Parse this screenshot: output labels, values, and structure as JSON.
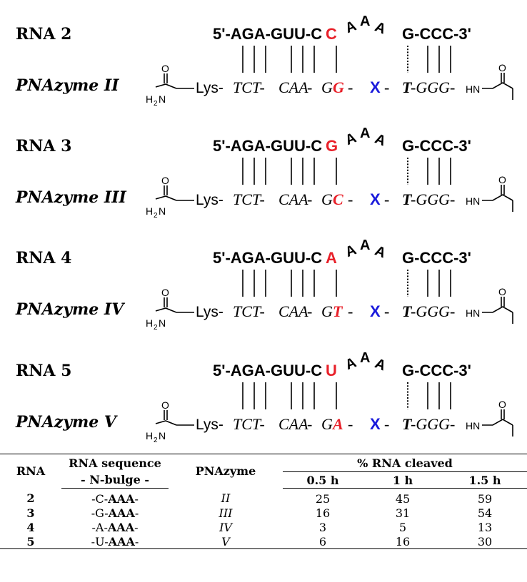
{
  "colors": {
    "base_accent": "#e8212a",
    "x_accent": "#1a1adb",
    "text": "#000000"
  },
  "common": {
    "rna_left": "5'-AGA-GUU-C",
    "bulge": [
      "A",
      "A",
      "A"
    ],
    "rna_right": "G-CCC-3'",
    "lys": "Lys-",
    "seg1": "TCT-",
    "seg2": "CAA",
    "dash1": " -",
    "g": "G",
    "sep": " - ",
    "x": "X",
    "t": "T",
    "seg3": "-GGG-",
    "hn": "HN",
    "o": "O",
    "h2n_h": "H",
    "h2n_sub": "2",
    "h2n_n": "N"
  },
  "panels": [
    {
      "rna_label": "RNA 2",
      "rna_base": "C",
      "pna_label": "PNAzyme II",
      "pna_base": "G"
    },
    {
      "rna_label": "RNA 3",
      "rna_base": "G",
      "pna_label": "PNAzyme III",
      "pna_base": "C"
    },
    {
      "rna_label": "RNA 4",
      "rna_base": "A",
      "pna_label": "PNAzyme IV",
      "pna_base": "T"
    },
    {
      "rna_label": "RNA 5",
      "rna_base": "U",
      "pna_label": "PNAzyme V",
      "pna_base": "A"
    }
  ],
  "table": {
    "headers": {
      "rna": "RNA",
      "seq_line1": "RNA sequence",
      "seq_line2": "- N-bulge -",
      "pnazyme": "PNAzyme",
      "cleaved": "% RNA cleaved",
      "times": [
        "0.5 h",
        "1 h",
        "1.5 h"
      ]
    },
    "rows": [
      {
        "rna": "2",
        "seq_pre": "-C-",
        "seq_bold": "AAA",
        "seq_post": "-",
        "pnazyme": "II",
        "values": [
          25,
          45,
          59
        ]
      },
      {
        "rna": "3",
        "seq_pre": "-G-",
        "seq_bold": "AAA",
        "seq_post": "-",
        "pnazyme": "III",
        "values": [
          16,
          31,
          54
        ]
      },
      {
        "rna": "4",
        "seq_pre": "-A-",
        "seq_bold": "AAA",
        "seq_post": "-",
        "pnazyme": "IV",
        "values": [
          3,
          5,
          13
        ]
      },
      {
        "rna": "5",
        "seq_pre": "-U-",
        "seq_bold": "AAA",
        "seq_post": "-",
        "pnazyme": "V",
        "values": [
          6,
          16,
          30
        ]
      }
    ]
  }
}
